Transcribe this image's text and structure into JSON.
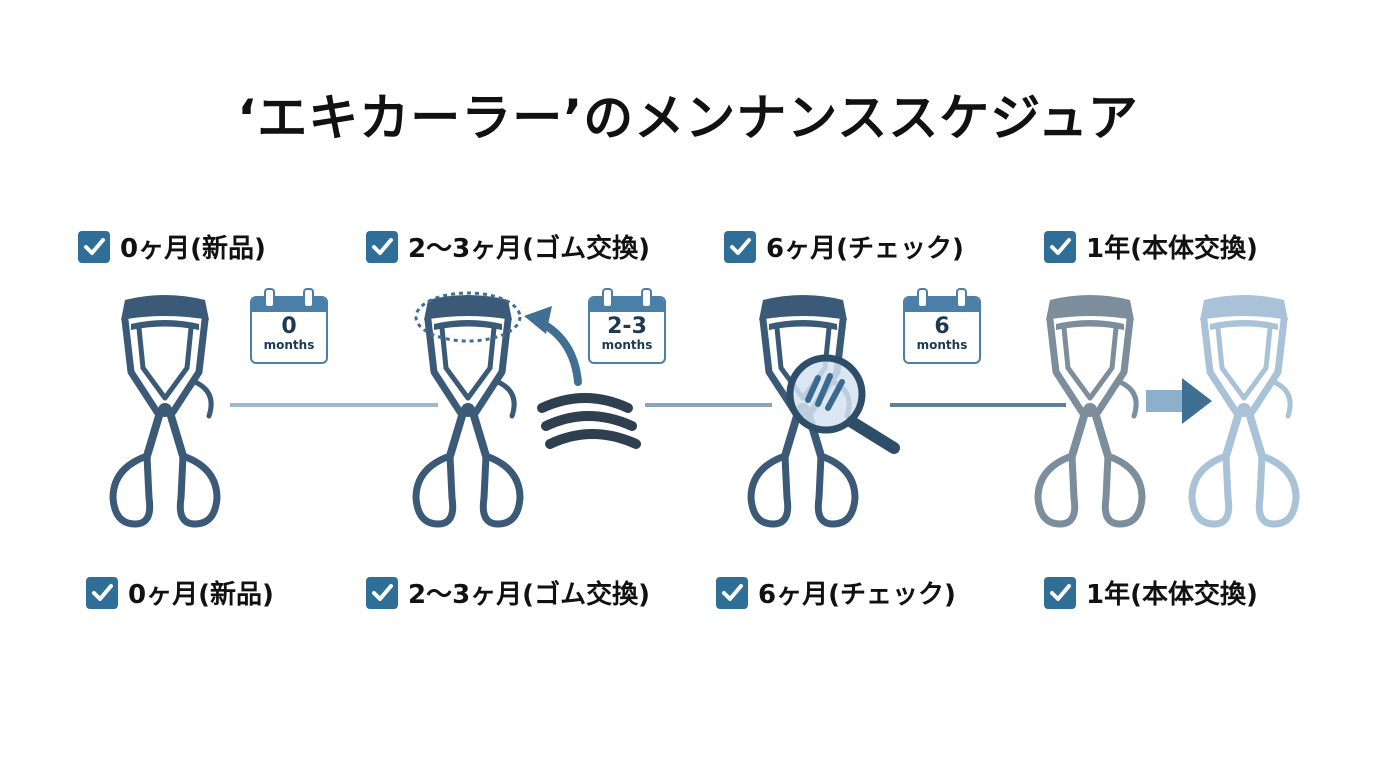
{
  "title": "‘エキカーラー’のメンナンススケジュア",
  "top_labels": [
    "0ヶ月(新品)",
    "2〜3ヶ月(ゴム交換)",
    "6ヶ月(チェック)",
    "1年(本体交換)"
  ],
  "bottom_labels": [
    "0ヶ月(新品)",
    "2〜3ヶ月(ゴム交換)",
    "6ヶ月(チェック)",
    "1年(本体交換)"
  ],
  "calendars": [
    {
      "number": "0",
      "unit": "months"
    },
    {
      "number": "2-3",
      "unit": "months"
    },
    {
      "number": "6",
      "unit": "months"
    }
  ],
  "icons": [
    "check-icon",
    "eyelash-curler-icon",
    "calendar-icon",
    "rubber-pad-icon",
    "curved-arrow-icon",
    "magnifier-icon",
    "right-arrow-icon"
  ],
  "colors": {
    "primary": "#2f6e96",
    "curler": "#3b5a78",
    "curler_old": "#7c8d9c",
    "curler_new": "#a9c2d8"
  }
}
